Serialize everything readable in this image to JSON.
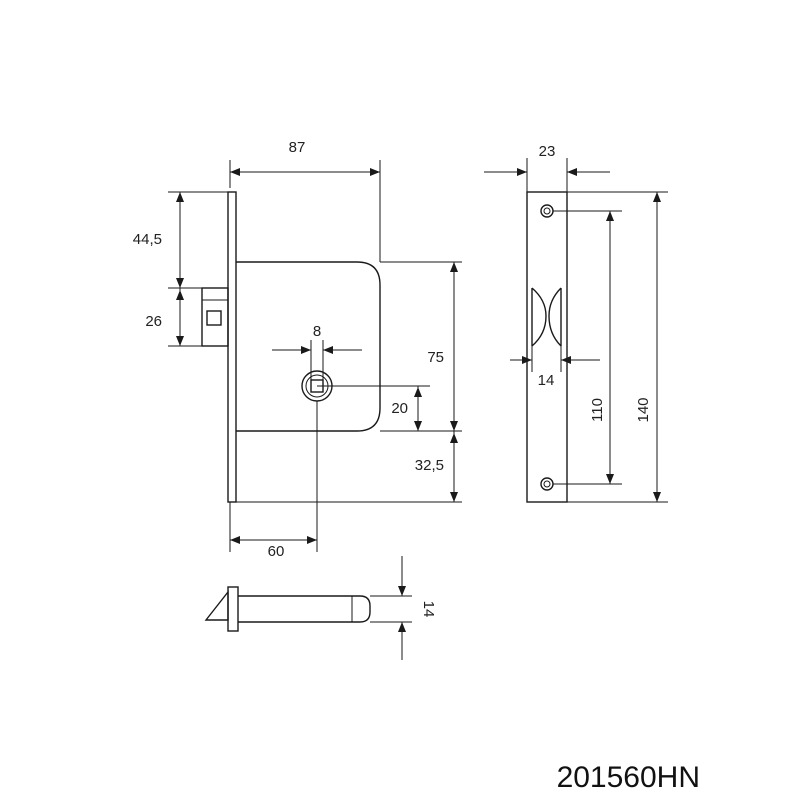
{
  "product_code": "201560HN",
  "dimensions": {
    "case_width": "87",
    "top_to_case": "44,5",
    "latch_height": "26",
    "spindle_square": "8",
    "case_height": "75",
    "spindle_to_case_bottom": "20",
    "case_bottom_to_plate_bottom": "32,5",
    "backset": "60",
    "faceplate_width": "23",
    "latch_slot_width": "14",
    "screw_hole_spacing": "110",
    "faceplate_height": "140",
    "latch_bolt_thickness": "14"
  }
}
